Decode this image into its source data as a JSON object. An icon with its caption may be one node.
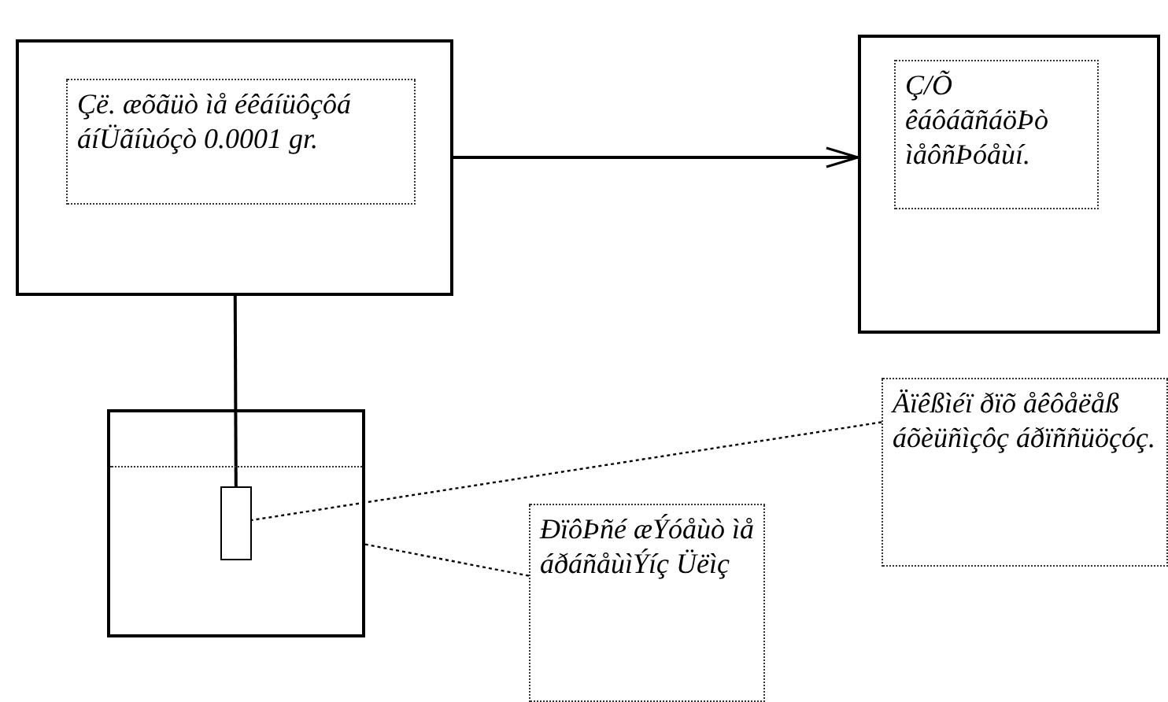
{
  "diagram": {
    "nodes": [
      {
        "text": [
          "Çë. æõãüò ìå éêáíüôçôá áíÜãíùóçò 0.0001 gr."
        ]
      },
      {
        "text": [
          "Ç/Õ êáôáãñáöÞò ìåôñÞóåùí."
        ]
      },
      {
        "text": [],
        "shape": "box"
      },
      {
        "text": [],
        "shape": "box",
        "in": 2
      },
      {
        "text": [
          "Äïêßìéï ðïõ åêôåëåß áõèüñìçôç áðïññüöçóç."
        ]
      },
      {
        "text": [
          "ÐïôÞñé æÝóåùò ìå áðáñåùìÝíç Üëìç"
        ]
      }
    ],
    "edges": [
      {
        "from": 0,
        "to": 1,
        "arrow": "to"
      },
      {
        "from": 0,
        "to": 3,
        "arrow": "none"
      },
      {
        "from": 4,
        "to": 3,
        "arrow": "none",
        "style": "dashed"
      },
      {
        "from": 5,
        "to": 2,
        "arrow": "none",
        "style": "dashed"
      }
    ]
  }
}
